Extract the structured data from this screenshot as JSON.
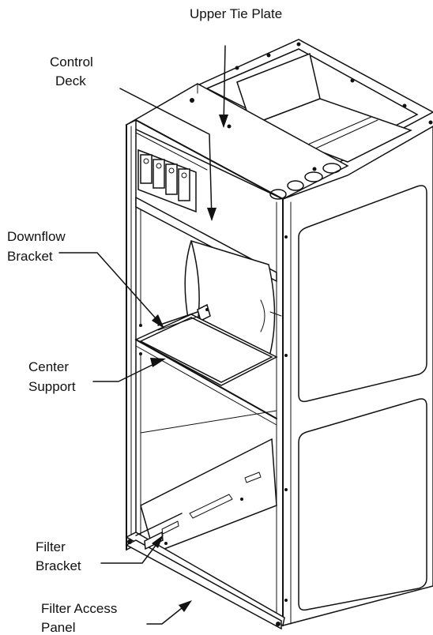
{
  "labels": {
    "upper_tie_plate": "Upper Tie Plate",
    "control_deck_line1": "Control",
    "control_deck_line2": "Deck",
    "downflow_bracket_line1": "Downflow",
    "downflow_bracket_line2": "Bracket",
    "center_support_line1": "Center",
    "center_support_line2": "Support",
    "filter_bracket_line1": "Filter",
    "filter_bracket_line2": "Bracket",
    "filter_access_panel_line1": "Filter Access",
    "filter_access_panel_line2": "Panel"
  },
  "colors": {
    "ink": "#111111",
    "background": "#ffffff"
  }
}
